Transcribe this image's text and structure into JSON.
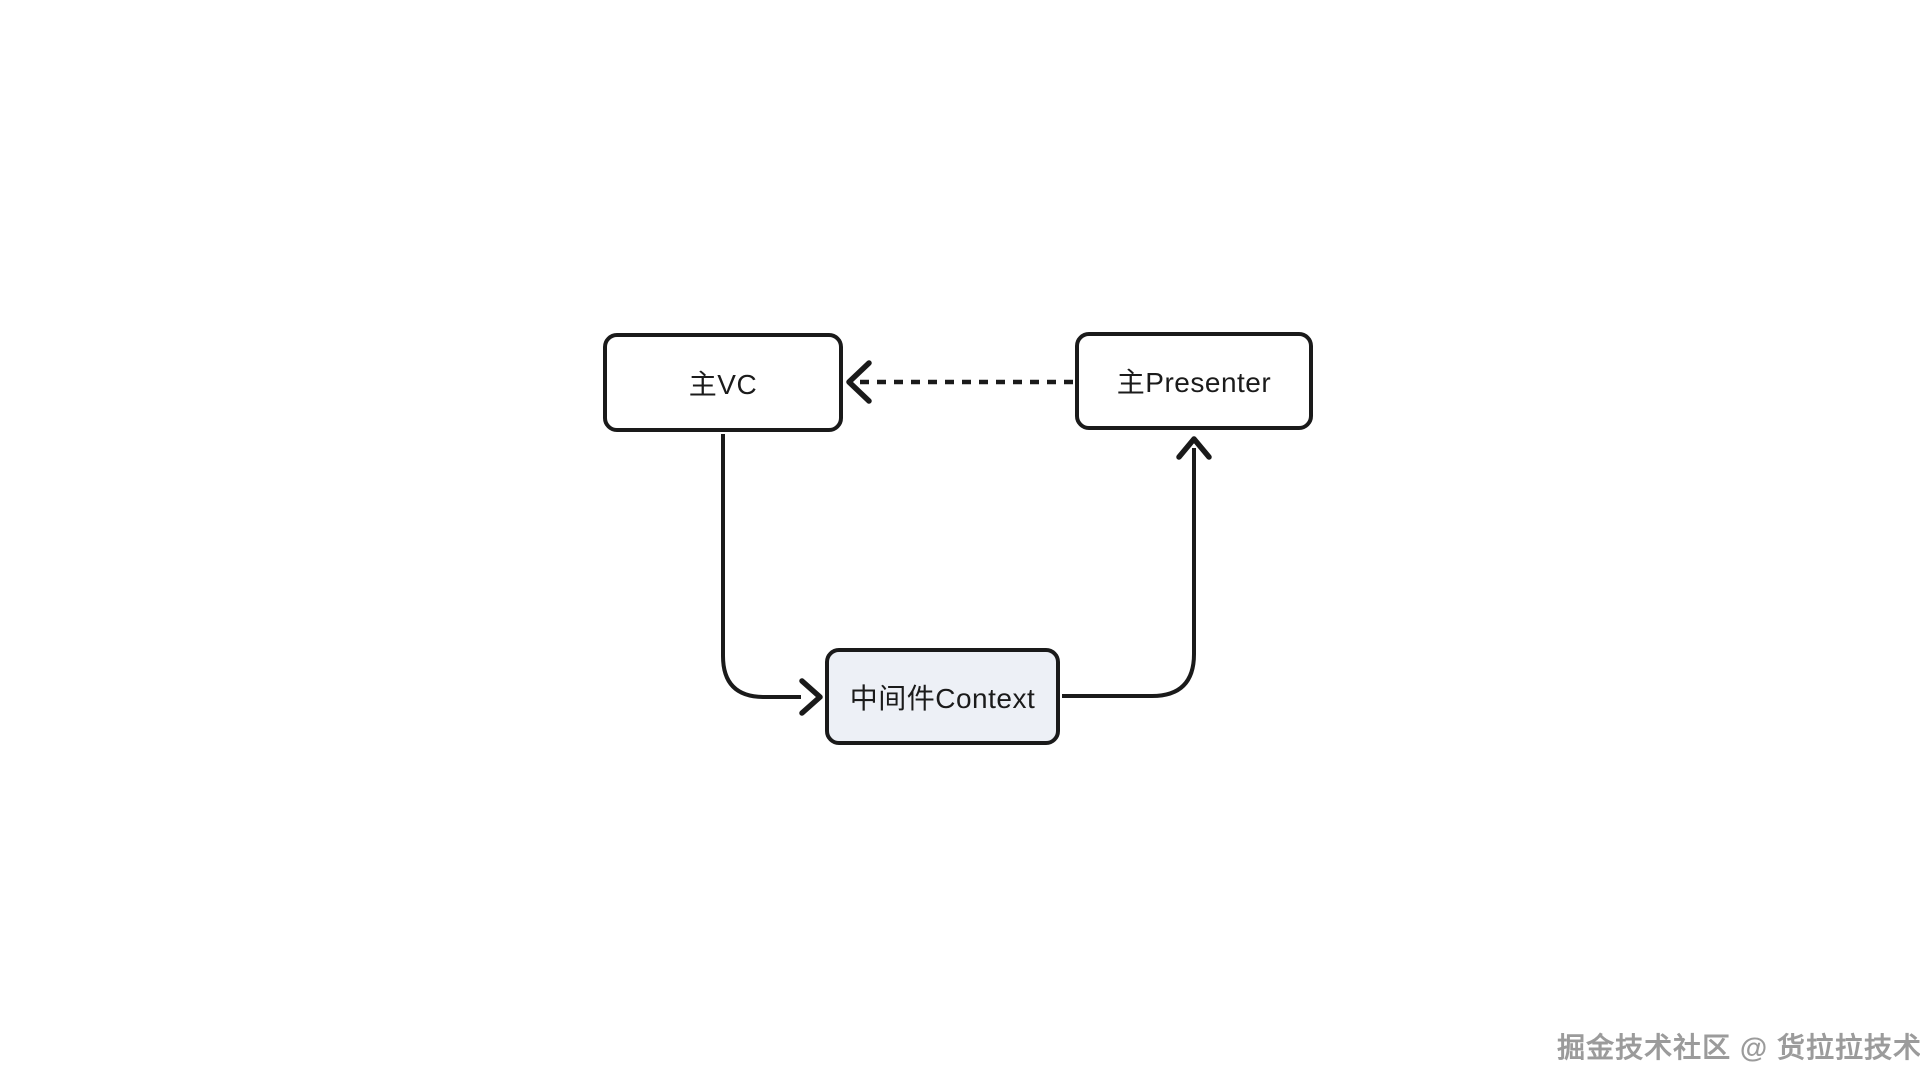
{
  "diagram": {
    "nodes": {
      "main_vc": {
        "label": "主VC"
      },
      "main_presenter": {
        "label": "主Presenter"
      },
      "middleware_context": {
        "label": "中间件Context"
      }
    },
    "edges": [
      {
        "from": "main_presenter",
        "to": "main_vc",
        "style": "dashed",
        "arrow": "left"
      },
      {
        "from": "main_vc",
        "to": "middleware_context",
        "style": "solid",
        "arrow": "right"
      },
      {
        "from": "middleware_context",
        "to": "main_presenter",
        "style": "solid",
        "arrow": "up"
      }
    ],
    "colors": {
      "stroke": "#1a1a1a",
      "background": "#ffffff",
      "context_box_fill": "#edf0f6",
      "text": "#1b1b1b",
      "watermark_text": "#9b9b9b"
    }
  },
  "watermark": {
    "text": "掘金技术社区 @ 货拉拉技术"
  }
}
